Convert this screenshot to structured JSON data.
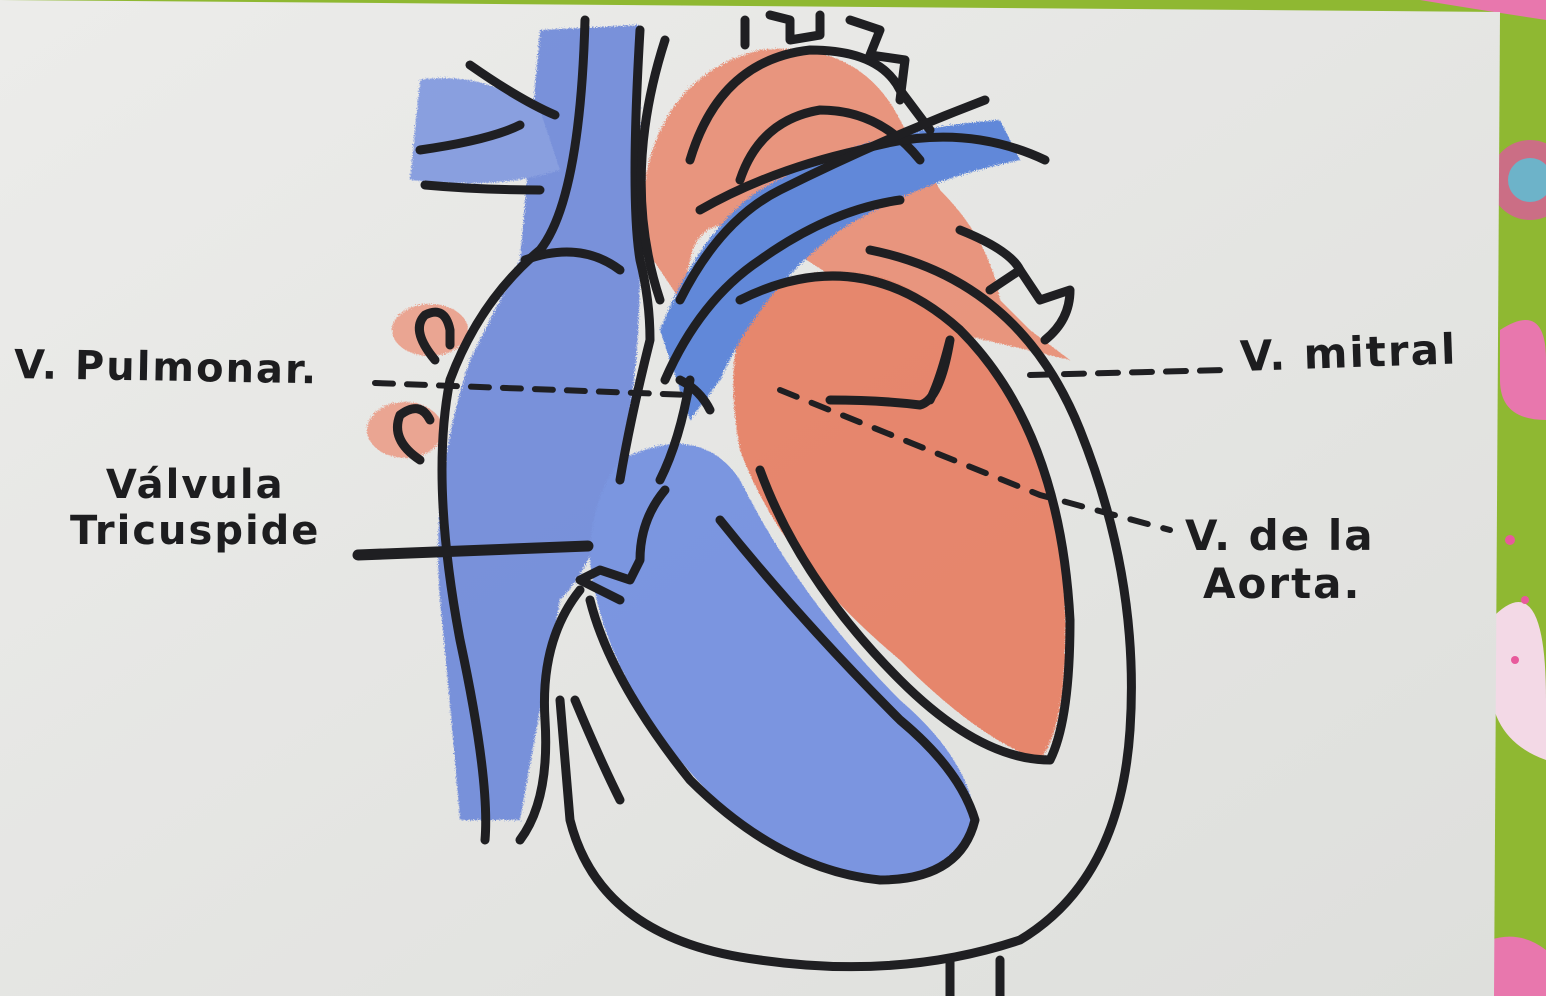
{
  "labels": {
    "pulmonary_valve": "V. Pulmonar.",
    "tricuspid_valve_line1": "Válvula",
    "tricuspid_valve_line2": "Tricuspide",
    "mitral_valve": "V. mitral",
    "aortic_valve_line1": "V. de la",
    "aortic_valve_line2": "Aorta."
  },
  "colors": {
    "paper": "#e9e9e6",
    "background_green": "#8fb832",
    "marker_ink": "#1f1f22",
    "deoxygenated_blue": "#5f7fd6",
    "oxygenated_red": "#e98a6f",
    "pink_accent": "#e85a9c"
  }
}
